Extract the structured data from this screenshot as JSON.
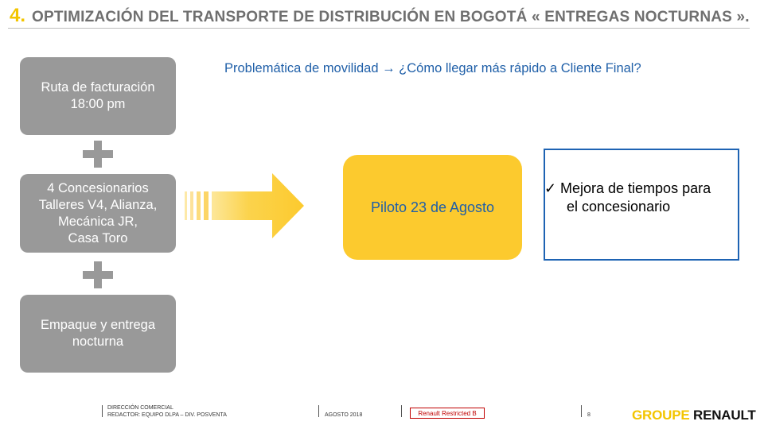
{
  "header": {
    "number": "4.",
    "title": "OPTIMIZACIÓN DEL TRANSPORTE DE DISTRIBUCIÓN EN BOGOTÁ «  ENTREGAS NOCTURNAS  »."
  },
  "flow": {
    "box1": "Ruta de facturación\n18:00 pm",
    "box2": "4 Concesionarios\nTalleres V4, Alianza,\nMecánica JR,\nCasa Toro",
    "box3": "Empaque y entrega\nnocturna"
  },
  "subtitle": "Problemática de movilidad → ¿Cómo llegar más rápido a Cliente Final?",
  "pilot": "Piloto 23 de Agosto",
  "benefit": {
    "check": "✓",
    "line1": "Mejora de tiempos para",
    "line2": "el concesionario"
  },
  "footer": {
    "dept": "DIRECCIÓN COMERCIAL",
    "author": "REDACTOR: EQUIPO DLPA – DIV. POSVENTA",
    "date": "AGOSTO 2018",
    "classification": "Renault Restricted B",
    "page": "8",
    "logo_part1": "GROUPE",
    "logo_part2": "RENAULT"
  },
  "colors": {
    "accent_yellow": "#f3c500",
    "box_yellow": "#fcca2e",
    "grey": "#999999",
    "blue": "#1e63b3"
  }
}
